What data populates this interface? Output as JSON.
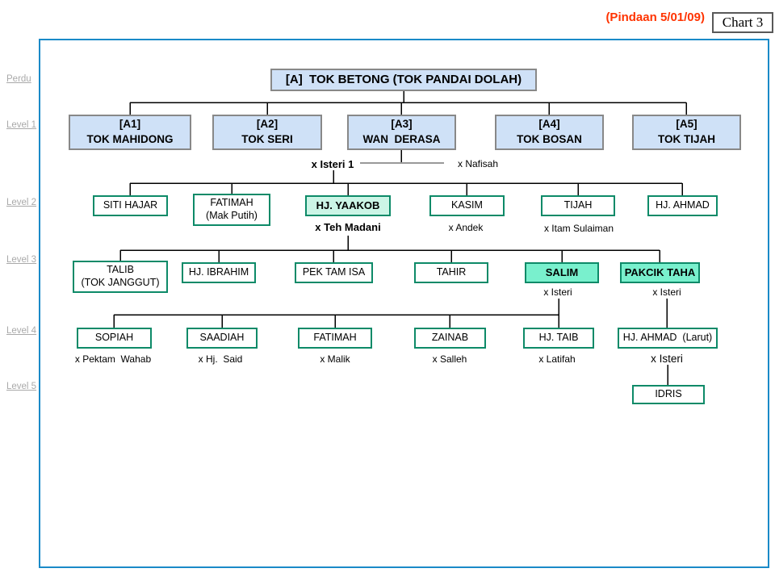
{
  "header": {
    "revision_note": "(Pindaan 5/01/09)",
    "chart_label": "Chart 3"
  },
  "side_labels": [
    {
      "label": "Perdu"
    },
    {
      "label": "Level 1"
    },
    {
      "label": "Level 2"
    },
    {
      "label": "Level 3"
    },
    {
      "label": "Level 4"
    },
    {
      "label": "Level 5"
    }
  ],
  "tree": {
    "root": {
      "label": "[A]  TOK BETONG (TOK PANDAI DOLAH)"
    },
    "gen1": [
      {
        "code": "[A1]",
        "name": "TOK MAHIDONG"
      },
      {
        "code": "[A2]",
        "name": "TOK SERI"
      },
      {
        "code": "[A3]",
        "name": "WAN  DERASA"
      },
      {
        "code": "[A4]",
        "name": "TOK BOSAN"
      },
      {
        "code": "[A5]",
        "name": "TOK TIJAH"
      }
    ],
    "gen1_marriage": {
      "wife1": "x Isteri 1",
      "wife2": "x Nafisah"
    },
    "gen2": [
      {
        "name": "SITI HAJAR"
      },
      {
        "name": "FATIMAH",
        "alias": "(Mak Putih)"
      },
      {
        "name": "HJ. YAAKOB",
        "spouse": "x Teh Madani"
      },
      {
        "name": "KASIM",
        "spouse": "x Andek"
      },
      {
        "name": "TIJAH",
        "spouse": "x Itam Sulaiman"
      },
      {
        "name": "HJ. AHMAD"
      }
    ],
    "gen3": [
      {
        "name": "TALIB",
        "alias": "(TOK JANGGUT)"
      },
      {
        "name": "HJ. IBRAHIM"
      },
      {
        "name": "PEK TAM ISA"
      },
      {
        "name": "TAHIR"
      },
      {
        "name": "SALIM",
        "spouse": "x Isteri"
      },
      {
        "name": "PAKCIK TAHA",
        "spouse": "x Isteri"
      }
    ],
    "gen4": [
      {
        "name": "SOPIAH",
        "spouse": "x Pektam  Wahab"
      },
      {
        "name": "SAADIAH",
        "spouse": "x Hj.  Said"
      },
      {
        "name": "FATIMAH",
        "spouse": "x Malik"
      },
      {
        "name": "ZAINAB",
        "spouse": "x Salleh"
      },
      {
        "name": "HJ. TAIB",
        "spouse": "x Latifah"
      },
      {
        "name": "HJ. AHMAD  (Larut)",
        "spouse": "x Isteri"
      }
    ],
    "gen5": [
      {
        "name": "IDRIS"
      }
    ]
  },
  "colors": {
    "frame_border": "#1a8ac8",
    "generation_box_blue": "#cfe1f7",
    "blue_box_border": "#888888",
    "node_border_teal": "#0d8a68",
    "highlight_mint": "#ccf5e6",
    "highlight_aqua": "#79f0cd",
    "revision_red": "#ff3300",
    "side_label_gray": "#a9a9a9",
    "marriage_line_gray": "#999999"
  }
}
